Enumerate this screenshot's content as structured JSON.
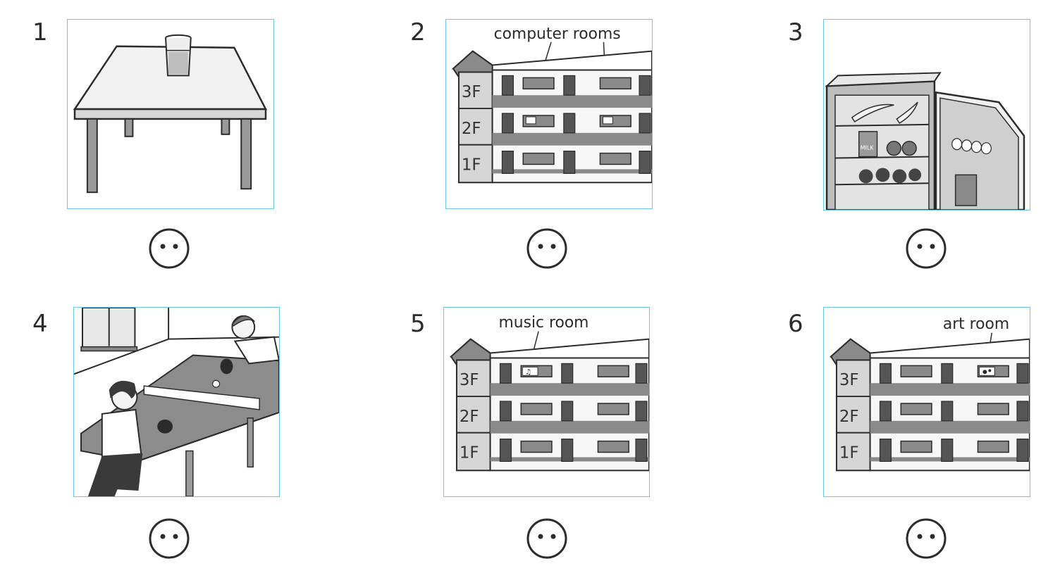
{
  "items": [
    {
      "number": "1",
      "picture": "table-with-glass"
    },
    {
      "number": "2",
      "picture": "school-building",
      "label": "computer rooms",
      "floors": [
        "3F",
        "2F",
        "1F"
      ]
    },
    {
      "number": "3",
      "picture": "open-fridge",
      "carton_text": "MILK"
    },
    {
      "number": "4",
      "picture": "table-tennis"
    },
    {
      "number": "5",
      "picture": "school-building",
      "label": "music room",
      "floors": [
        "3F",
        "2F",
        "1F"
      ]
    },
    {
      "number": "6",
      "picture": "school-building",
      "label": "art room",
      "floors": [
        "3F",
        "2F",
        "1F"
      ]
    }
  ],
  "answer_icon": "neutral-face-icon",
  "colors": {
    "panel_border": "#6cc7e6",
    "line": "#2b2b2b",
    "fill_gray": "#9a9a9a"
  }
}
